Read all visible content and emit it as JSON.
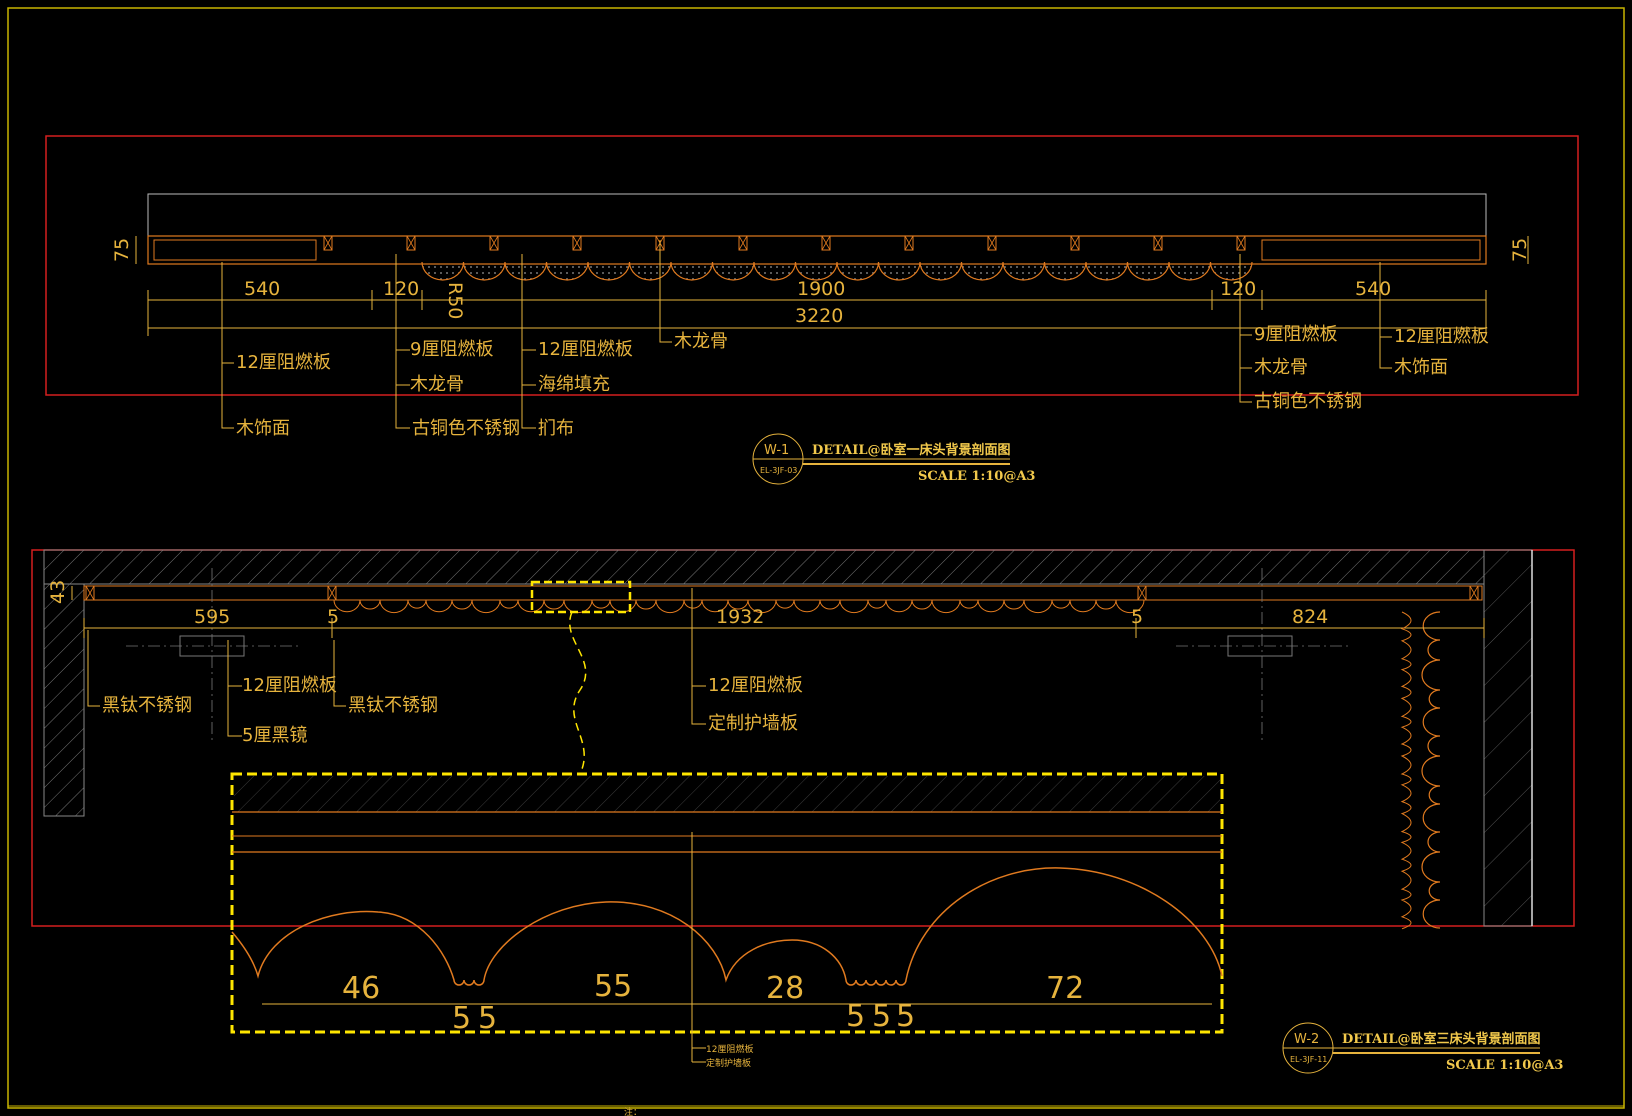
{
  "detail_top": {
    "tag_id": "W-1",
    "tag_ref": "EL-3JF-03",
    "title": "DETAIL@卧室一床头背景剖面图",
    "scale": "SCALE 1:10@A3",
    "dims": {
      "h_left": "75",
      "h_right": "75",
      "d540_left": "540",
      "d120_left": "120",
      "r50": "R50",
      "d1900": "1900",
      "d120_right": "120",
      "d540_right": "540",
      "d3220": "3220"
    },
    "labels": {
      "l_12board": "12厘阻燃板",
      "l_woodface": "木饰面",
      "l_9board": "9厘阻燃板",
      "l_keel": "木龙骨",
      "l_bronze": "古铜色不锈钢",
      "l_12board_mid": "12厘阻燃板",
      "l_sponge": "海绵填充",
      "l_cloth": "扪布",
      "l_keel_mid": "木龙骨",
      "r_9board": "9厘阻燃板",
      "r_keel": "木龙骨",
      "r_bronze": "古铜色不锈钢",
      "r_12board": "12厘阻燃板",
      "r_woodface": "木饰面"
    }
  },
  "detail_bottom": {
    "tag_id": "W-2",
    "tag_ref": "EL-3JF-11",
    "title": "DETAIL@卧室三床头背景剖面图",
    "scale": "SCALE 1:10@A3",
    "dims": {
      "h43": "43",
      "d595": "595",
      "d5a": "5",
      "d1932": "1932",
      "d5b": "5",
      "d824": "824"
    },
    "labels": {
      "black_ti_1": "黑钛不锈钢",
      "board12": "12厘阻燃板",
      "black_ti_2": "黑钛不锈钢",
      "mirror": "5厘黑镜",
      "board12_mid": "12厘阻燃板",
      "panel": "定制护墙板"
    },
    "zoom": {
      "d46": "46",
      "d55": "55",
      "d28": "28",
      "d72": "72",
      "s1": "5",
      "s2": "5",
      "s3": "5",
      "s4": "5",
      "s5": "5",
      "note_board": "12厘阻燃板",
      "note_panel": "定制护墙板"
    }
  },
  "title_block": {
    "note": "注："
  },
  "colors": {
    "background": "#000000",
    "frame": "#c8b400",
    "red_border": "#d41f1f",
    "yellow": "#e6b33d",
    "orange": "#e07a1f",
    "highlight": "#ffe600"
  }
}
